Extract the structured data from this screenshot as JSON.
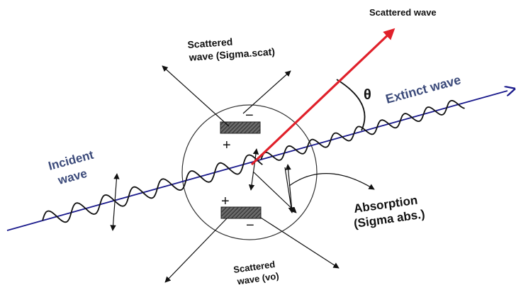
{
  "labels": {
    "scattered_top": "Scattered wave",
    "scattered_sigma_line1": "Scattered",
    "scattered_sigma_line2": "wave (Sigma.scat)",
    "theta": "θ",
    "extinct": "Extinct wave",
    "incident_line1": "Incident",
    "incident_line2": "wave",
    "absorption_line1": "Absorption",
    "absorption_line2": "(Sigma abs.)",
    "scattered_vo_line1": "Scattered",
    "scattered_vo_line2": "wave (vo)",
    "charge_plus_top": "+",
    "charge_minus_top": "−",
    "charge_plus_bottom": "+",
    "charge_minus_bottom": "−"
  },
  "colors": {
    "axis": "#1a1a8c",
    "scattered_arrow": "#e0202a",
    "label_blue": "#3b4a7a",
    "ink": "#111111"
  }
}
